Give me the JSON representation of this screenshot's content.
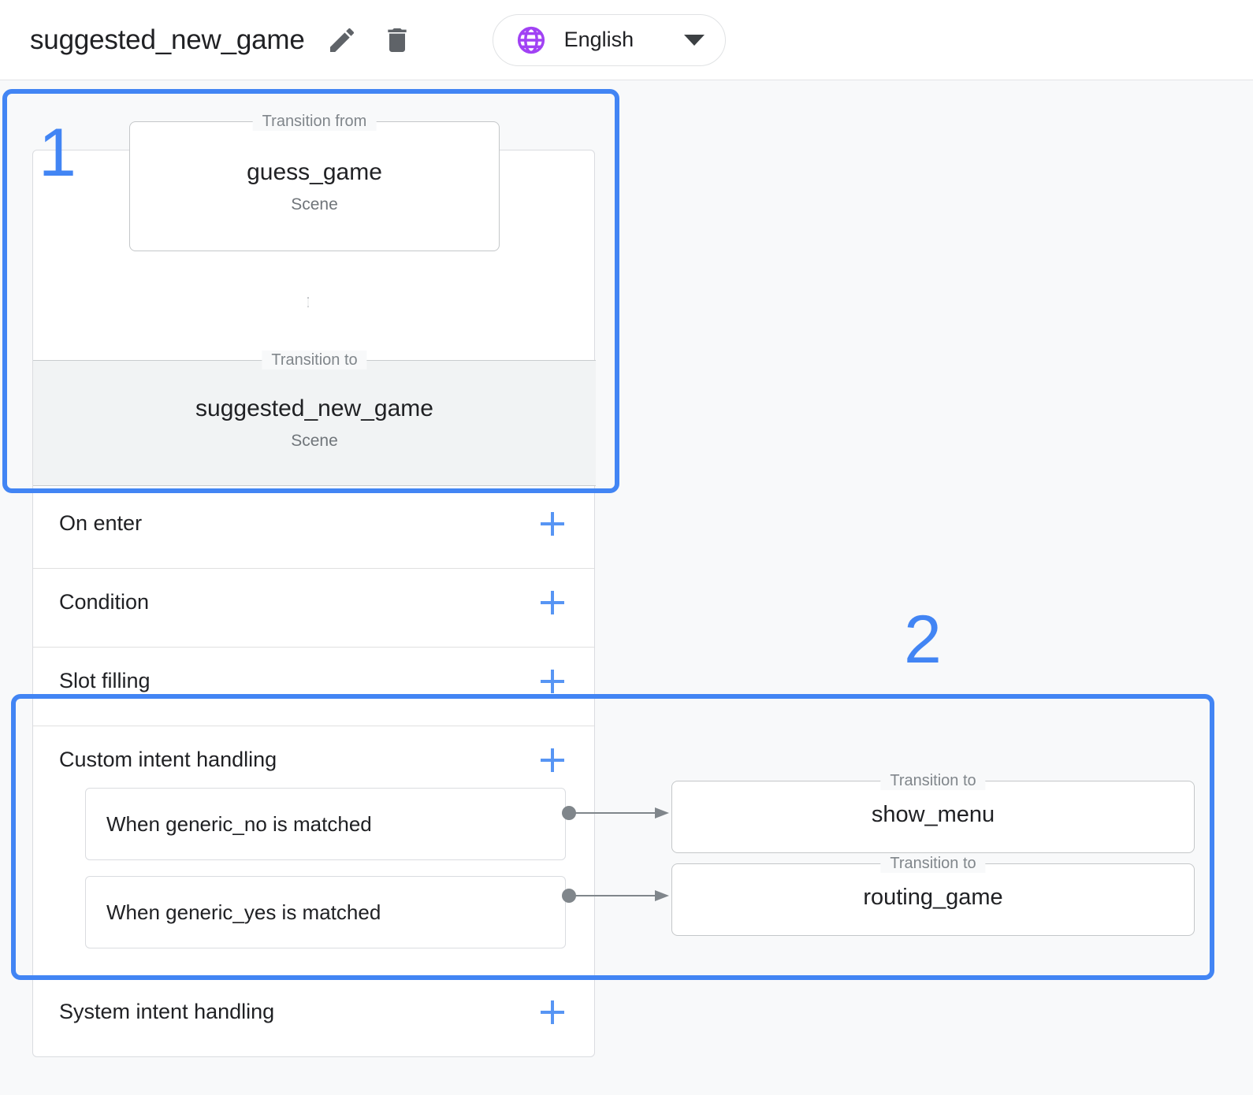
{
  "header": {
    "title": "suggested_new_game",
    "edit_icon": "pencil-icon",
    "delete_icon": "trash-icon",
    "language": {
      "icon": "globe-icon",
      "value": "English",
      "caret": "chevron-down-icon"
    }
  },
  "colors": {
    "annotation_blue": "#4285f4",
    "accent_blue": "#5795f4",
    "globe_purple": "#a142f4",
    "page_background": "#f8f9fa",
    "card_background": "#ffffff",
    "filled_card_background": "#f1f3f4",
    "border_gray": "#dadce0",
    "connector_gray": "#80868b"
  },
  "diagram": {
    "transition_from": {
      "legend": "Transition from",
      "name": "guess_game",
      "type": "Scene"
    },
    "transition_to": {
      "legend": "Transition to",
      "name": "suggested_new_game",
      "type": "Scene"
    }
  },
  "sections": [
    {
      "label": "On enter",
      "add_icon": "plus-icon"
    },
    {
      "label": "Condition",
      "add_icon": "plus-icon"
    },
    {
      "label": "Slot filling",
      "add_icon": "plus-icon"
    },
    {
      "label": "Custom intent handling",
      "add_icon": "plus-icon"
    },
    {
      "label": "System intent handling",
      "add_icon": "plus-icon"
    }
  ],
  "custom_intent_handlers": [
    {
      "label": "When generic_no is matched"
    },
    {
      "label": "When generic_yes is matched"
    }
  ],
  "intent_transitions": [
    {
      "legend": "Transition to",
      "name": "show_menu"
    },
    {
      "legend": "Transition to",
      "name": "routing_game"
    }
  ],
  "annotations": [
    {
      "number": "1"
    },
    {
      "number": "2"
    }
  ]
}
